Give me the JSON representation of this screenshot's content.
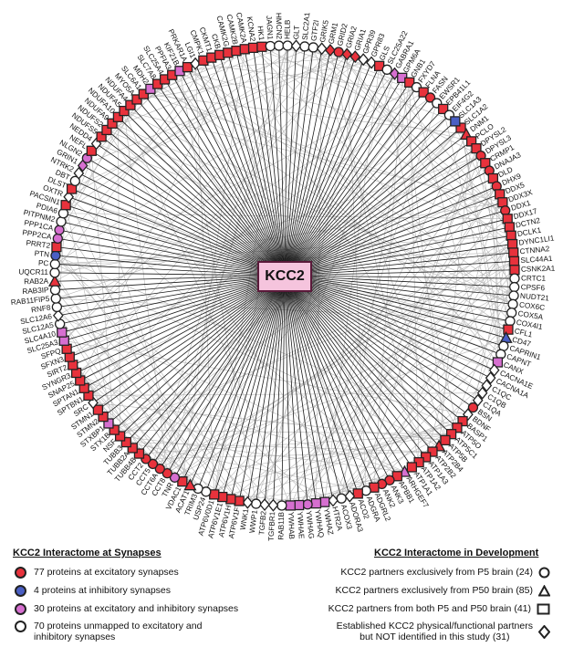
{
  "hub": "KCC2",
  "nodes": [
    {
      "label": "SLC1A2",
      "color": "red",
      "shape": "square"
    },
    {
      "label": "DNM1",
      "color": "red",
      "shape": "triangle"
    },
    {
      "label": "PCLO",
      "color": "red",
      "shape": "square"
    },
    {
      "label": "DPYSL2",
      "color": "red",
      "shape": "square"
    },
    {
      "label": "DPYSL3",
      "color": "red",
      "shape": "circle"
    },
    {
      "label": "CRMP1",
      "color": "red",
      "shape": "square"
    },
    {
      "label": "DNAJA3",
      "color": "red",
      "shape": "circle"
    },
    {
      "label": "DLD",
      "color": "red",
      "shape": "square"
    },
    {
      "label": "DHX9",
      "color": "red",
      "shape": "circle"
    },
    {
      "label": "DDX5",
      "color": "red",
      "shape": "square"
    },
    {
      "label": "DDX3X",
      "color": "red",
      "shape": "square"
    },
    {
      "label": "DDX1",
      "color": "red",
      "shape": "circle"
    },
    {
      "label": "DDX17",
      "color": "red",
      "shape": "square"
    },
    {
      "label": "DCTN2",
      "color": "red",
      "shape": "square"
    },
    {
      "label": "DCLK1",
      "color": "red",
      "shape": "square"
    },
    {
      "label": "DYNC1LI1",
      "color": "red",
      "shape": "square"
    },
    {
      "label": "CTNNA2",
      "color": "red",
      "shape": "square"
    },
    {
      "label": "SLC44A1",
      "color": "red",
      "shape": "square"
    },
    {
      "label": "CSNK2A1",
      "color": "red",
      "shape": "square"
    },
    {
      "label": "CRTC1",
      "color": "white",
      "shape": "circle"
    },
    {
      "label": "CPSF6",
      "color": "white",
      "shape": "circle"
    },
    {
      "label": "NUDT21",
      "color": "white",
      "shape": "circle"
    },
    {
      "label": "COX6C",
      "color": "white",
      "shape": "circle"
    },
    {
      "label": "COX5A",
      "color": "white",
      "shape": "circle"
    },
    {
      "label": "COX4I1",
      "color": "white",
      "shape": "circle"
    },
    {
      "label": "CFL1",
      "color": "red",
      "shape": "square"
    },
    {
      "label": "CD47",
      "color": "blue",
      "shape": "triangle"
    },
    {
      "label": "CAPRIN1",
      "color": "white",
      "shape": "circle"
    },
    {
      "label": "CAPNT",
      "color": "white",
      "shape": "circle"
    },
    {
      "label": "CANX",
      "color": "pink",
      "shape": "square"
    },
    {
      "label": "CACNA1E",
      "color": "white",
      "shape": "diamond"
    },
    {
      "label": "CACNA1A",
      "color": "white",
      "shape": "diamond"
    },
    {
      "label": "C1QC",
      "color": "white",
      "shape": "diamond"
    },
    {
      "label": "C1QB",
      "color": "white",
      "shape": "diamond"
    },
    {
      "label": "C1QA",
      "color": "white",
      "shape": "diamond"
    },
    {
      "label": "BSN",
      "color": "red",
      "shape": "circle"
    },
    {
      "label": "BDNF",
      "color": "white",
      "shape": "diamond"
    },
    {
      "label": "BASP1",
      "color": "red",
      "shape": "square"
    },
    {
      "label": "ATP5O",
      "color": "red",
      "shape": "square"
    },
    {
      "label": "ATP5C1",
      "color": "red",
      "shape": "square"
    },
    {
      "label": "ATP5B",
      "color": "red",
      "shape": "square"
    },
    {
      "label": "ATP2B4",
      "color": "red",
      "shape": "triangle"
    },
    {
      "label": "ATP2B2",
      "color": "red",
      "shape": "square"
    },
    {
      "label": "ATP1A3",
      "color": "red",
      "shape": "square"
    },
    {
      "label": "ATP1A2",
      "color": "red",
      "shape": "square"
    },
    {
      "label": "ATP1A1",
      "color": "red",
      "shape": "square"
    },
    {
      "label": "ARHGEF7",
      "color": "pink",
      "shape": "triangle"
    },
    {
      "label": "APBB1",
      "color": "red",
      "shape": "square"
    },
    {
      "label": "ANK3",
      "color": "red",
      "shape": "circle"
    },
    {
      "label": "ANK2",
      "color": "red",
      "shape": "circle"
    },
    {
      "label": "ADGRL2",
      "color": "red",
      "shape": "square"
    },
    {
      "label": "ADGRA",
      "color": "white",
      "shape": "circle"
    },
    {
      "label": "ACO2",
      "color": "red",
      "shape": "square"
    },
    {
      "label": "ADORA3",
      "color": "white",
      "shape": "diamond"
    },
    {
      "label": "ACOX3",
      "color": "white",
      "shape": "circle"
    },
    {
      "label": "HTR2A",
      "color": "white",
      "shape": "diamond"
    },
    {
      "label": "YWHAZ",
      "color": "pink",
      "shape": "square"
    },
    {
      "label": "YWHAQ",
      "color": "pink",
      "shape": "square"
    },
    {
      "label": "YWHAG",
      "color": "pink",
      "shape": "circle"
    },
    {
      "label": "YWHAE",
      "color": "pink",
      "shape": "square"
    },
    {
      "label": "YWHAB",
      "color": "pink",
      "shape": "square"
    },
    {
      "label": "RAB11B",
      "color": "white",
      "shape": "circle"
    },
    {
      "label": "TGFBR1",
      "color": "white",
      "shape": "diamond"
    },
    {
      "label": "TGFB2",
      "color": "white",
      "shape": "diamond"
    },
    {
      "label": "WWP1",
      "color": "white",
      "shape": "circle"
    },
    {
      "label": "WNK1",
      "color": "white",
      "shape": "diamond"
    },
    {
      "label": "ATP6V1F",
      "color": "red",
      "shape": "square"
    },
    {
      "label": "ATP6V1H",
      "color": "red",
      "shape": "square"
    },
    {
      "label": "ATP6V1E1",
      "color": "red",
      "shape": "square"
    },
    {
      "label": "ATP6V0D1",
      "color": "red",
      "shape": "square"
    },
    {
      "label": "USP24",
      "color": "white",
      "shape": "circle"
    },
    {
      "label": "TRIM3",
      "color": "white",
      "shape": "circle"
    },
    {
      "label": "ACAT1",
      "color": "red",
      "shape": "triangle"
    },
    {
      "label": "VDAC1",
      "color": "red",
      "shape": "square"
    },
    {
      "label": "TNR",
      "color": "pink",
      "shape": "circle"
    },
    {
      "label": "CCT8",
      "color": "red",
      "shape": "circle"
    },
    {
      "label": "CCT6A",
      "color": "red",
      "shape": "circle"
    },
    {
      "label": "CCT5",
      "color": "red",
      "shape": "circle"
    },
    {
      "label": "CCT2",
      "color": "red",
      "shape": "circle"
    },
    {
      "label": "TUBB4B",
      "color": "red",
      "shape": "square"
    },
    {
      "label": "TUBB2A",
      "color": "red",
      "shape": "square"
    },
    {
      "label": "TUBB3",
      "color": "red",
      "shape": "square"
    },
    {
      "label": "NSF",
      "color": "red",
      "shape": "square"
    },
    {
      "label": "STX1B",
      "color": "red",
      "shape": "square"
    },
    {
      "label": "STXBP1",
      "color": "pink",
      "shape": "square"
    },
    {
      "label": "STMN2",
      "color": "red",
      "shape": "square"
    },
    {
      "label": "STMN1",
      "color": "red",
      "shape": "square"
    },
    {
      "label": "SRC",
      "color": "white",
      "shape": "diamond"
    },
    {
      "label": "SPTBN1",
      "color": "red",
      "shape": "square"
    },
    {
      "label": "SPTAN1",
      "color": "red",
      "shape": "square"
    },
    {
      "label": "SNAP25",
      "color": "red",
      "shape": "square"
    },
    {
      "label": "SYNGR3",
      "color": "red",
      "shape": "square"
    },
    {
      "label": "SIRT2",
      "color": "red",
      "shape": "square"
    },
    {
      "label": "SFXN3",
      "color": "red",
      "shape": "square"
    },
    {
      "label": "SFPQ",
      "color": "red",
      "shape": "square"
    },
    {
      "label": "SLC25A3",
      "color": "pink",
      "shape": "square"
    },
    {
      "label": "SLC4A10",
      "color": "pink",
      "shape": "square"
    },
    {
      "label": "SLC12A5",
      "color": "white",
      "shape": "circle"
    },
    {
      "label": "SLC12A6",
      "color": "white",
      "shape": "diamond"
    },
    {
      "label": "RNF8",
      "color": "white",
      "shape": "circle"
    },
    {
      "label": "RAB11FIP5",
      "color": "white",
      "shape": "circle"
    },
    {
      "label": "RAB3IP",
      "color": "white",
      "shape": "circle"
    },
    {
      "label": "RAB2A",
      "color": "red",
      "shape": "triangle"
    },
    {
      "label": "UQCR11",
      "color": "white",
      "shape": "circle"
    },
    {
      "label": "PC",
      "color": "white",
      "shape": "circle"
    },
    {
      "label": "PTN",
      "color": "blue",
      "shape": "circle"
    },
    {
      "label": "PRRT2",
      "color": "red",
      "shape": "square"
    },
    {
      "label": "PPP2CA",
      "color": "pink",
      "shape": "circle"
    },
    {
      "label": "PPP1CA",
      "color": "pink",
      "shape": "circle"
    },
    {
      "label": "PITPNM2",
      "color": "white",
      "shape": "circle"
    },
    {
      "label": "PDIA6",
      "color": "white",
      "shape": "circle"
    },
    {
      "label": "PACSIN1",
      "color": "red",
      "shape": "square"
    },
    {
      "label": "OXTR",
      "color": "white",
      "shape": "diamond"
    },
    {
      "label": "DLST",
      "color": "red",
      "shape": "square"
    },
    {
      "label": "DBT",
      "color": "white",
      "shape": "circle"
    },
    {
      "label": "NTRK2",
      "color": "white",
      "shape": "diamond"
    },
    {
      "label": "GRIN1",
      "color": "pink",
      "shape": "diamond"
    },
    {
      "label": "NLGN2",
      "color": "pink",
      "shape": "circle"
    },
    {
      "label": "NEFL",
      "color": "red",
      "shape": "square"
    },
    {
      "label": "NEDD4",
      "color": "white",
      "shape": "diamond"
    },
    {
      "label": "NDUFS5",
      "color": "red",
      "shape": "square"
    },
    {
      "label": "NDUFS2",
      "color": "red",
      "shape": "square"
    },
    {
      "label": "NDUFA9",
      "color": "red",
      "shape": "square"
    },
    {
      "label": "NDUFA10",
      "color": "red",
      "shape": "square"
    },
    {
      "label": "NDUFA5",
      "color": "red",
      "shape": "square"
    },
    {
      "label": "NDUFA4",
      "color": "red",
      "shape": "square"
    },
    {
      "label": "MYO5A",
      "color": "red",
      "shape": "square"
    },
    {
      "label": "SLC6A1",
      "color": "red",
      "shape": "square"
    },
    {
      "label": "MDH2",
      "color": "pink",
      "shape": "square"
    },
    {
      "label": "SLC7A8",
      "color": "red",
      "shape": "square"
    },
    {
      "label": "SLC25A4",
      "color": "red",
      "shape": "square"
    },
    {
      "label": "PPFIA3",
      "color": "red",
      "shape": "square"
    },
    {
      "label": "KIF21B",
      "color": "pink",
      "shape": "square"
    },
    {
      "label": "PRKAR1A",
      "color": "red",
      "shape": "square"
    },
    {
      "label": "LGI1",
      "color": "white",
      "shape": "diamond"
    },
    {
      "label": "CMPK1",
      "color": "red",
      "shape": "square"
    },
    {
      "label": "CKMT1",
      "color": "red",
      "shape": "square"
    },
    {
      "label": "CKB",
      "color": "red",
      "shape": "square"
    },
    {
      "label": "CAMK2G",
      "color": "red",
      "shape": "square"
    },
    {
      "label": "CAMK2B",
      "color": "red",
      "shape": "square"
    },
    {
      "label": "CAMK2A",
      "color": "red",
      "shape": "square"
    },
    {
      "label": "KCNA2",
      "color": "red",
      "shape": "square"
    },
    {
      "label": "HK1",
      "color": "red",
      "shape": "square"
    },
    {
      "label": "JAGN1",
      "color": "white",
      "shape": "circle"
    },
    {
      "label": "HMCN2",
      "color": "white",
      "shape": "circle"
    },
    {
      "label": "HELB",
      "color": "white",
      "shape": "circle"
    },
    {
      "label": "GLT",
      "color": "white",
      "shape": "diamond"
    },
    {
      "label": "SLC2A1",
      "color": "white",
      "shape": "circle"
    },
    {
      "label": "GTF2I",
      "color": "white",
      "shape": "circle"
    },
    {
      "label": "GRIK5",
      "color": "white",
      "shape": "diamond"
    },
    {
      "label": "GRM1",
      "color": "red",
      "shape": "diamond"
    },
    {
      "label": "GRID2",
      "color": "red",
      "shape": "circle"
    },
    {
      "label": "GRIA2",
      "color": "red",
      "shape": "diamond"
    },
    {
      "label": "GRIA1",
      "color": "red",
      "shape": "diamond"
    },
    {
      "label": "GPR39",
      "color": "white",
      "shape": "diamond"
    },
    {
      "label": "GPR83",
      "color": "white",
      "shape": "diamond"
    },
    {
      "label": "GLS",
      "color": "red",
      "shape": "square"
    },
    {
      "label": "SLC25A22",
      "color": "white",
      "shape": "circle"
    },
    {
      "label": "GABRA1",
      "color": "pink",
      "shape": "diamond"
    },
    {
      "label": "GPM6A",
      "color": "pink",
      "shape": "square"
    },
    {
      "label": "GNB1",
      "color": "red",
      "shape": "square"
    },
    {
      "label": "FXYD7",
      "color": "white",
      "shape": "circle"
    },
    {
      "label": "FLNA",
      "color": "red",
      "shape": "square"
    },
    {
      "label": "FASN",
      "color": "red",
      "shape": "circle"
    },
    {
      "label": "EWSR1",
      "color": "white",
      "shape": "circle"
    },
    {
      "label": "EPB41L1",
      "color": "red",
      "shape": "square"
    },
    {
      "label": "EIF4G2",
      "color": "white",
      "shape": "circle"
    },
    {
      "label": "SLC1A3",
      "color": "blue",
      "shape": "square"
    }
  ],
  "legend_synapses": {
    "title": "KCC2 Interactome at Synapses",
    "items": [
      {
        "text": "77 proteins at excitatory synapses",
        "color": "#e8323c"
      },
      {
        "text": "4 proteins at inhibitory synapses",
        "color": "#4a5fc4"
      },
      {
        "text": "30 proteins at excitatory and inhibitory synapses",
        "color": "#d66fd0"
      },
      {
        "text": "70 proteins unmapped to excitatory and",
        "text2": "inhibitory synapses",
        "color": "#ffffff"
      }
    ]
  },
  "legend_development": {
    "title": "KCC2 Interactome in Development",
    "items": [
      {
        "text": "KCC2 partners exclusively from P5 brain (24)",
        "shape": "circle"
      },
      {
        "text": "KCC2 partners exclusively from P50 brain (85)",
        "shape": "triangle"
      },
      {
        "text": "KCC2 partners from both P5 and P50 brain (41)",
        "shape": "square"
      },
      {
        "text": "Established KCC2 physical/functional partners",
        "text2": "but NOT identified in this study (31)",
        "shape": "diamond"
      }
    ]
  },
  "colors": {
    "red": "#e8323c",
    "blue": "#4a5fc4",
    "pink": "#d66fd0",
    "white": "#ffffff",
    "hub_fill": "#f5c4dd"
  }
}
